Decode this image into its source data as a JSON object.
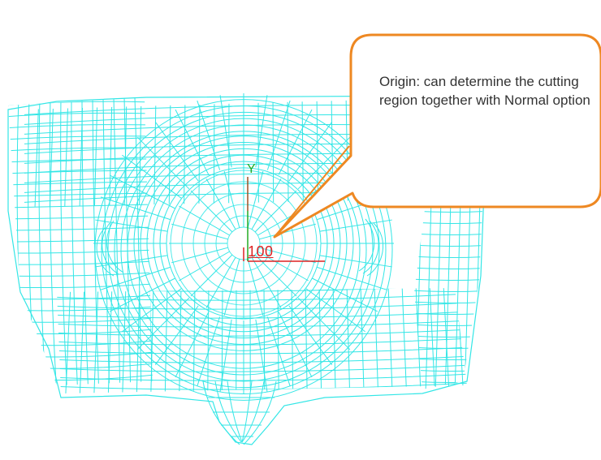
{
  "viewport": {
    "origin_marker": {
      "y_axis_label": "Y",
      "origin_label": "100",
      "x_axis_color": "#dd2222",
      "y_axis_color": "#22aa22"
    },
    "mesh": {
      "icon": "wireframe-mesh-model",
      "color": "#33e6e6"
    }
  },
  "callout": {
    "text": "Origin: can determine the cutting region together with Normal option",
    "border_color": "#ee8822",
    "fill_color": "#ffffff"
  }
}
